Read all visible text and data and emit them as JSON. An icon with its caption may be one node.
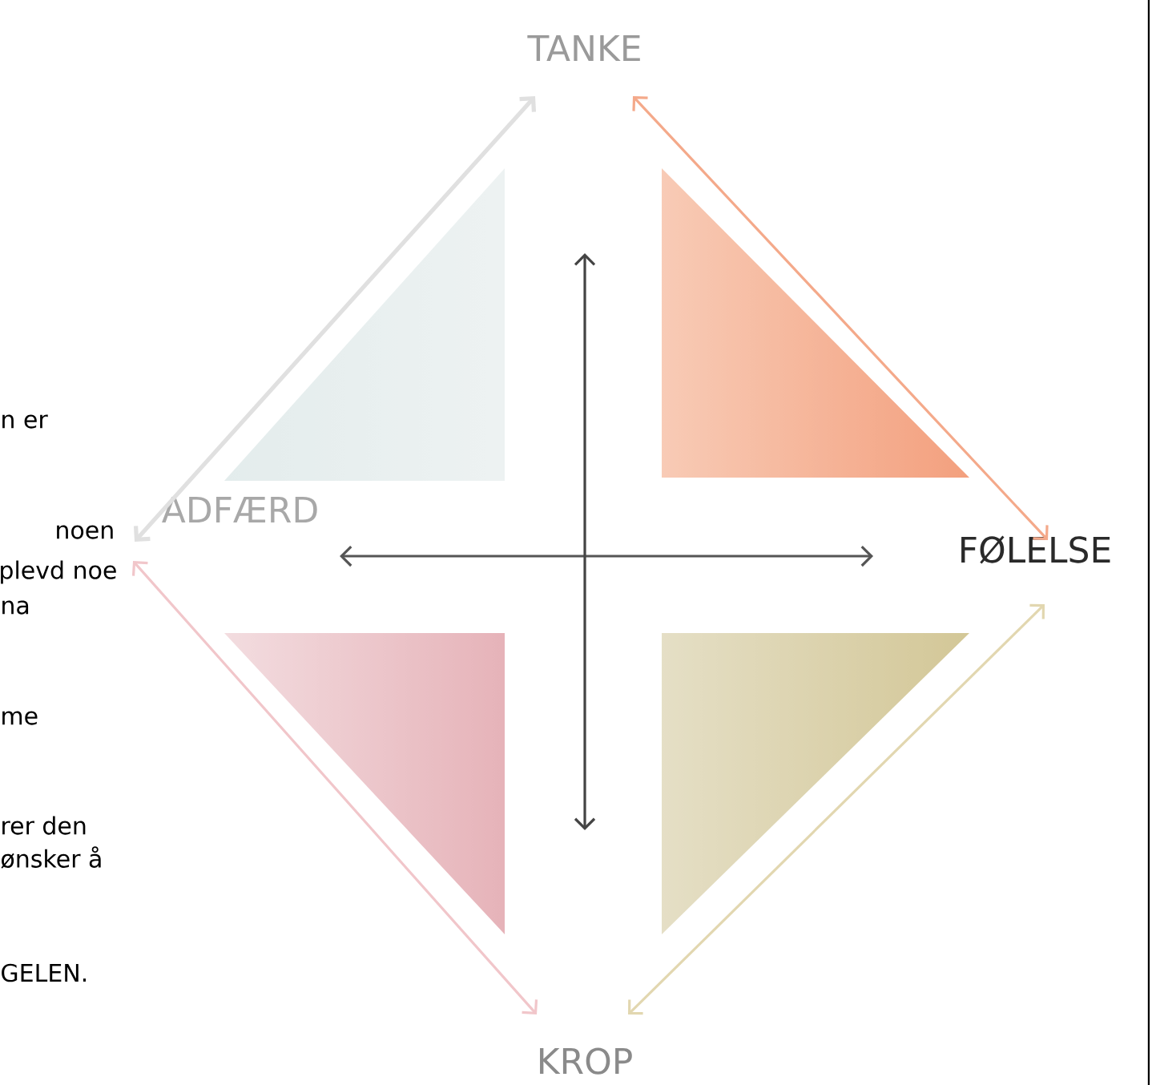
{
  "diagram": {
    "nodes": [
      {
        "text": [
          "TANKE"
        ]
      },
      {
        "text": [
          "FØLELSE"
        ]
      },
      {
        "text": [
          "KROP"
        ]
      },
      {
        "text": [
          "ADFÆRD"
        ]
      }
    ],
    "edges": [
      {
        "from": 0,
        "to": 3,
        "arrow": "both",
        "color": "#e0e0e0"
      },
      {
        "from": 0,
        "to": 1,
        "arrow": "both",
        "color": "#f4a98a"
      },
      {
        "from": 1,
        "to": 2,
        "arrow": "both",
        "color": "#e2d7b0"
      },
      {
        "from": 2,
        "to": 3,
        "arrow": "both",
        "color": "#f1c6ca"
      }
    ],
    "labels": [
      "n er",
      "noen",
      "plevd noe",
      "na",
      "me",
      "rer den",
      "ønsker å",
      "GELEN."
    ]
  }
}
